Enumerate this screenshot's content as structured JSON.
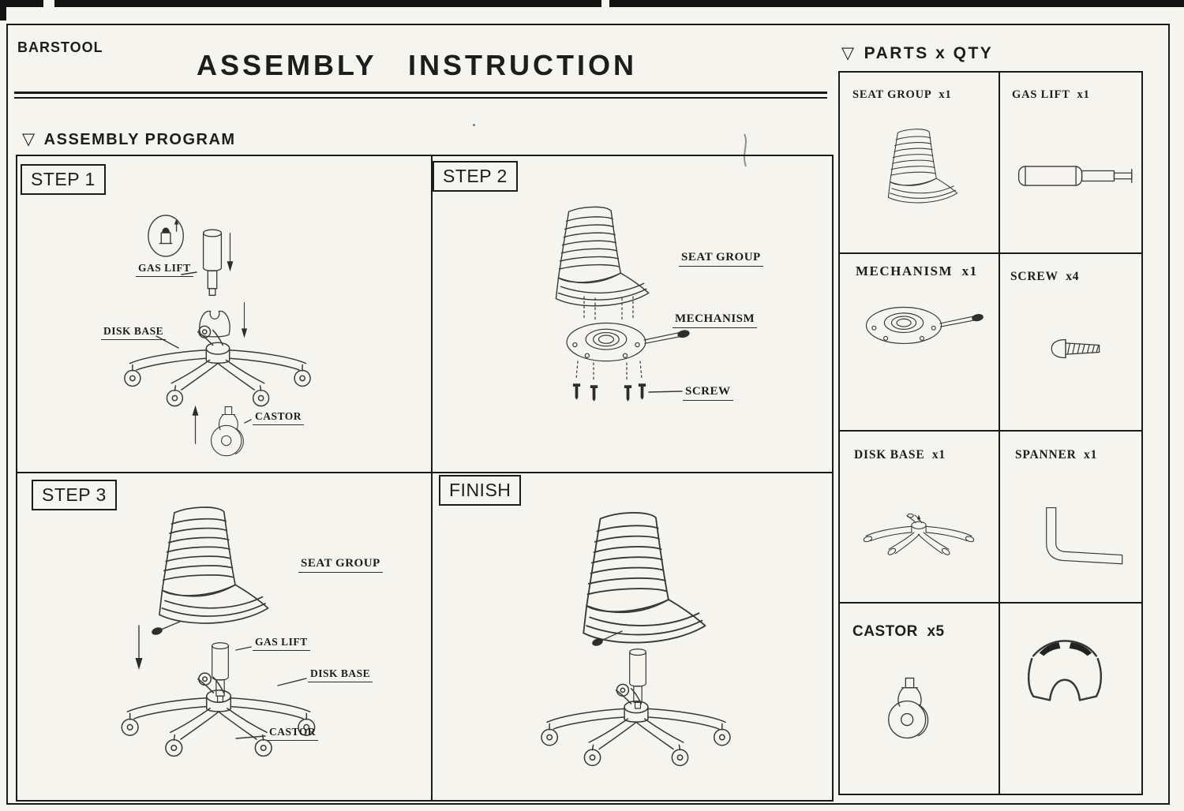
{
  "document": {
    "brand": "BARSTOOL",
    "title": "ASSEMBLY INSTRUCTION"
  },
  "program": {
    "marker": "▽",
    "heading": "ASSEMBLY PROGRAM",
    "steps": [
      {
        "label": "STEP 1",
        "callouts": [
          "GAS LIFT",
          "DISK BASE",
          "CASTOR"
        ]
      },
      {
        "label": "STEP 2",
        "callouts": [
          "SEAT GROUP",
          "MECHANISM",
          "SCREW"
        ]
      },
      {
        "label": "STEP 3",
        "callouts": [
          "SEAT GROUP",
          "GAS LIFT",
          "DISK BASE",
          "CASTOR"
        ]
      },
      {
        "label": "FINISH",
        "callouts": []
      }
    ]
  },
  "parts": {
    "marker": "▽",
    "heading": "PARTS x QTY",
    "items": [
      {
        "name": "SEAT GROUP",
        "qty": "x1",
        "icon": "seat-group-drawing"
      },
      {
        "name": "GAS LIFT",
        "qty": "x1",
        "icon": "gas-lift-drawing"
      },
      {
        "name": "MECHANISM",
        "qty": "x1",
        "icon": "mechanism-drawing"
      },
      {
        "name": "SCREW",
        "qty": "x4",
        "icon": "screw-drawing"
      },
      {
        "name": "DISK BASE",
        "qty": "x1",
        "icon": "disk-base-drawing"
      },
      {
        "name": "SPANNER",
        "qty": "x1",
        "icon": "spanner-drawing"
      },
      {
        "name": "CASTOR",
        "qty": "x5",
        "icon": "castor-drawing"
      },
      {
        "name": "",
        "qty": "",
        "icon": "castor-socket-drawing"
      }
    ]
  },
  "colors": {
    "ink": "#383838",
    "paper": "#f6f4ee"
  }
}
